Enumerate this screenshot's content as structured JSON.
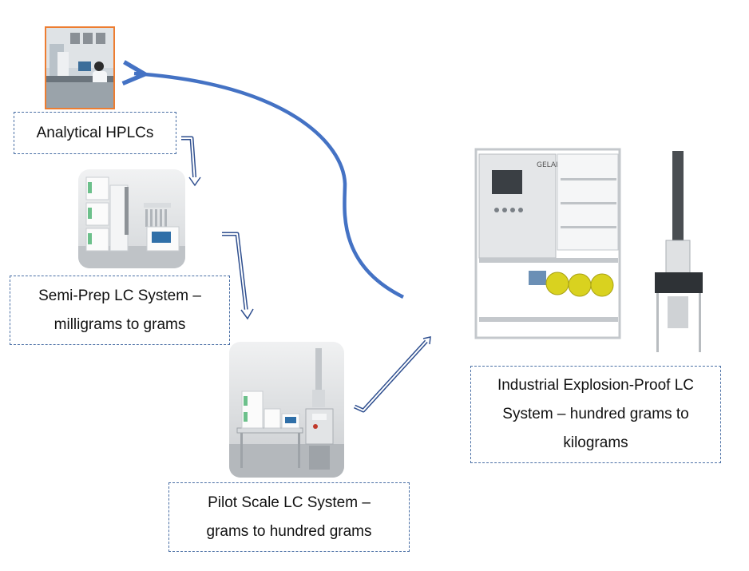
{
  "stages": {
    "analytical": {
      "label_lines": [
        "Analytical HPLCs"
      ]
    },
    "semi_prep": {
      "label_lines": [
        "Semi-Prep LC System –",
        "milligrams to grams"
      ]
    },
    "pilot": {
      "label_lines": [
        "Pilot Scale LC System –",
        "grams to hundred grams"
      ]
    },
    "industrial": {
      "label_lines": [
        "Industrial Explosion-Proof LC",
        "System – hundred grams to",
        "kilograms"
      ],
      "logo_text": "GELAI"
    }
  },
  "colors": {
    "arrow_blue": "#4472c4",
    "box_border": "#4a6fa5",
    "photo_frame": "#ed7d31"
  }
}
